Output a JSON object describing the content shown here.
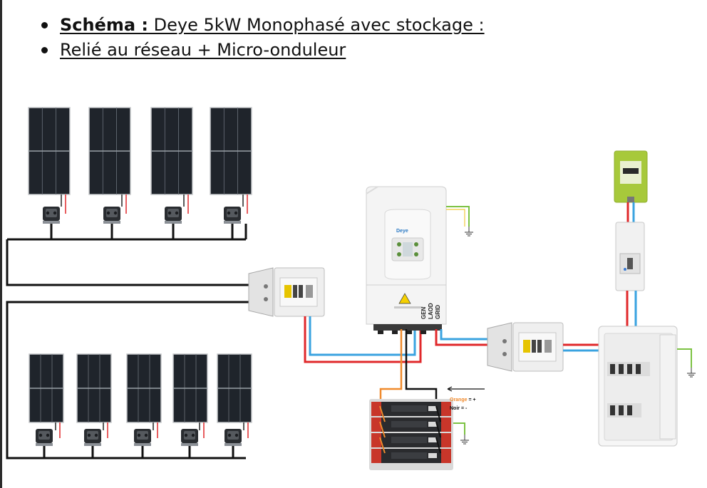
{
  "header": {
    "line1_bold": "Schéma :",
    "line1_text": " Deye 5kW Monophasé avec stockage :",
    "line2_text": "Relié au réseau + Micro-onduleur"
  },
  "inverter": {
    "brand": "Deye",
    "ports": [
      "GEN",
      "LAOD",
      "GRID"
    ]
  },
  "battery_legend": {
    "orange_label": "Orange",
    "orange_sign": " = +",
    "black_label": "Noir",
    "black_sign": " = -"
  },
  "colors": {
    "wire_red": "#e0282b",
    "wire_blue": "#3aa3e0",
    "wire_orange": "#f08a2c",
    "earth_green": "#7cc242",
    "meter_green": "#a7c93b",
    "panel_cell": "#1f242b"
  },
  "icons": [
    "solar-panel-icon",
    "micro-inverter-icon",
    "junction-box-icon",
    "ground-icon",
    "battery-icon",
    "electric-meter-icon",
    "breaker-panel-icon",
    "arrow-left-icon"
  ]
}
